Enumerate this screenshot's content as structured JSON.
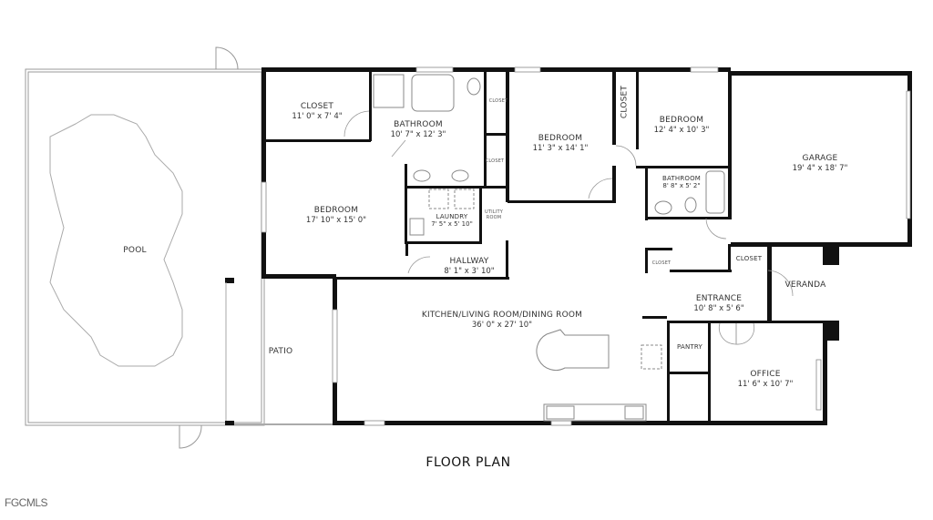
{
  "title": "FLOOR PLAN",
  "brand": "FGCMLS",
  "rooms": {
    "pool": {
      "name": "POOL"
    },
    "patio": {
      "name": "PATIO"
    },
    "closet_master": {
      "name": "CLOSET",
      "dims": "11' 0\" x 7' 4\""
    },
    "bathroom_master": {
      "name": "BATHROOM",
      "dims": "10' 7\" x 12' 3\""
    },
    "bedroom_master": {
      "name": "BEDROOM",
      "dims": "17' 10\" x 15' 0\""
    },
    "laundry": {
      "name": "LAUNDRY",
      "dims": "7' 5\" x 5' 10\""
    },
    "utility": {
      "name": "UTILITY ROOM"
    },
    "hallway": {
      "name": "HALLWAY",
      "dims": "8' 1\" x 3' 10\""
    },
    "closet_small_1": {
      "name": "CLOSET"
    },
    "closet_small_2": {
      "name": "CLOSET"
    },
    "bedroom_2": {
      "name": "BEDROOM",
      "dims": "11' 3\" x 14' 1\""
    },
    "closet_vertical": {
      "name": "CLOSET"
    },
    "bedroom_3": {
      "name": "BEDROOM",
      "dims": "12' 4\" x 10' 3\""
    },
    "bathroom_2": {
      "name": "BATHROOM",
      "dims": "8' 8\" x 5' 2\""
    },
    "garage": {
      "name": "GARAGE",
      "dims": "19' 4\" x 18' 7\""
    },
    "closet_hall": {
      "name": "CLOSET"
    },
    "closet_entry": {
      "name": "CLOSET"
    },
    "veranda": {
      "name": "VERANDA"
    },
    "entrance": {
      "name": "ENTRANCE",
      "dims": "10' 8\" x 5' 6\""
    },
    "kitchen": {
      "name": "KITCHEN/LIVING ROOM/DINING ROOM",
      "dims": "36' 0\" x 27' 10\""
    },
    "pantry": {
      "name": "PANTRY"
    },
    "office": {
      "name": "OFFICE",
      "dims": "11' 6\" x 10' 7\""
    }
  }
}
